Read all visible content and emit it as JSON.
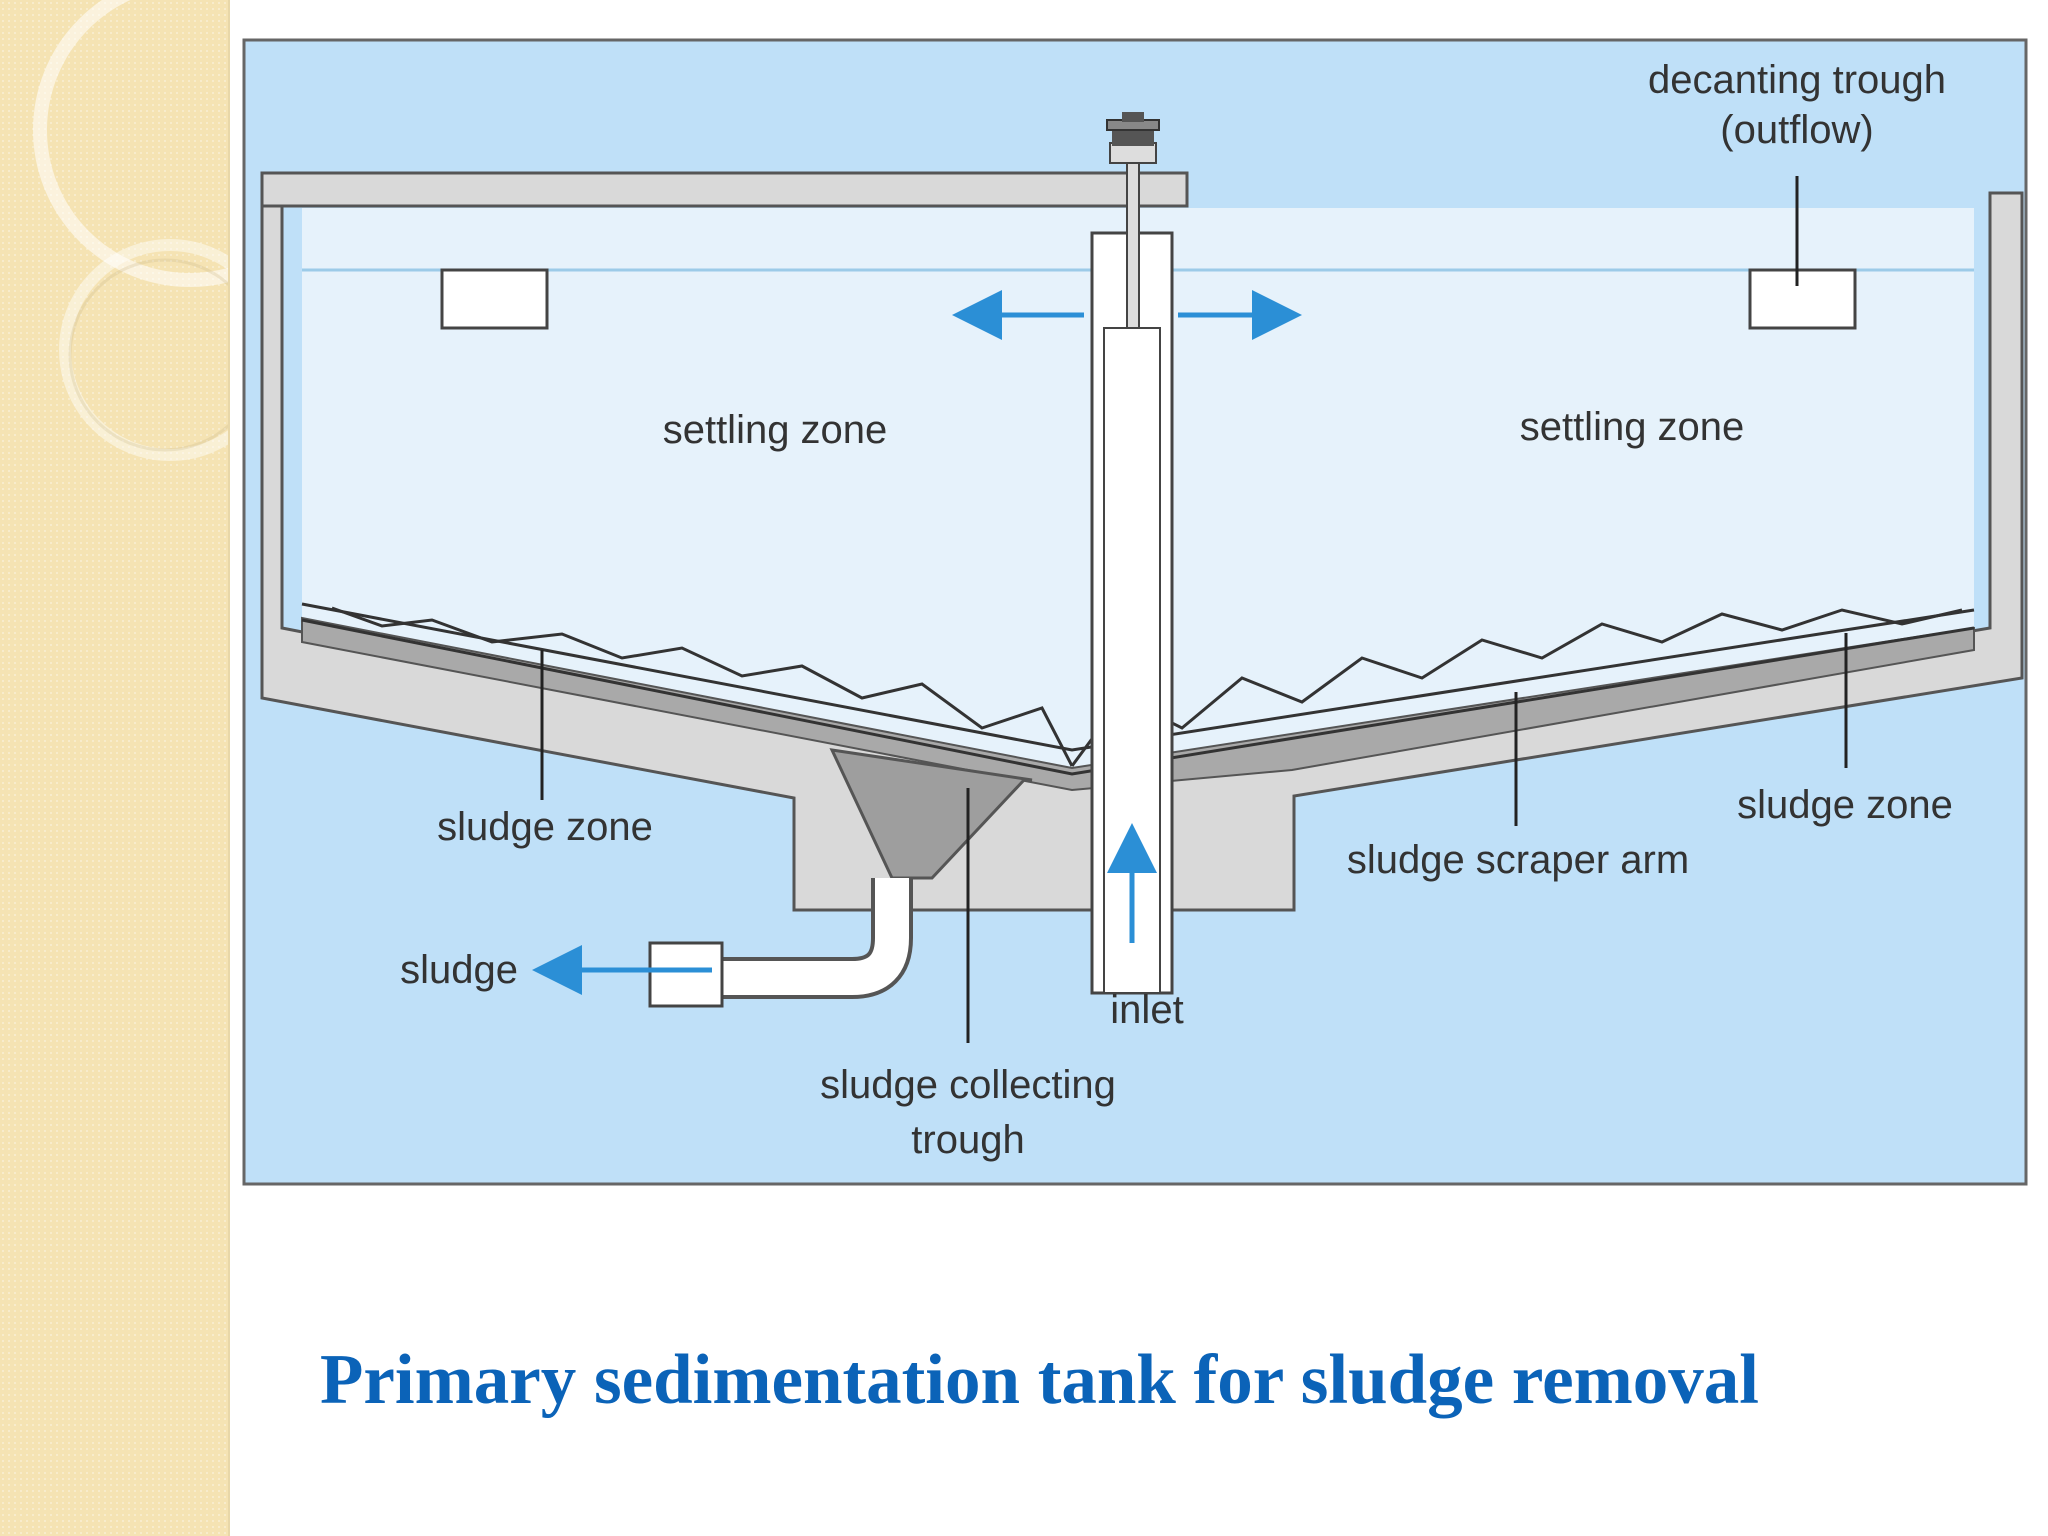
{
  "diagram": {
    "labels": {
      "decanting_trough_line1": "decanting trough",
      "decanting_trough_line2": "(outflow)",
      "settling_zone_left": "settling zone",
      "settling_zone_right": "settling zone",
      "sludge_zone_left": "sludge zone",
      "sludge_zone_right": "sludge zone",
      "sludge_scraper_arm": "sludge scraper arm",
      "sludge_outlet": "sludge",
      "inlet": "inlet",
      "sludge_collecting_trough_line1": "sludge collecting",
      "sludge_collecting_trough_line2": "trough"
    },
    "colors": {
      "background": "#bfe0f8",
      "water": "#e6f2fb",
      "concrete": "#d9d9d9",
      "sludge": "#a9a9a9",
      "arrow": "#2b8fd6",
      "caption": "#0b63b8"
    }
  },
  "caption": "Primary sedimentation tank for sludge removal"
}
